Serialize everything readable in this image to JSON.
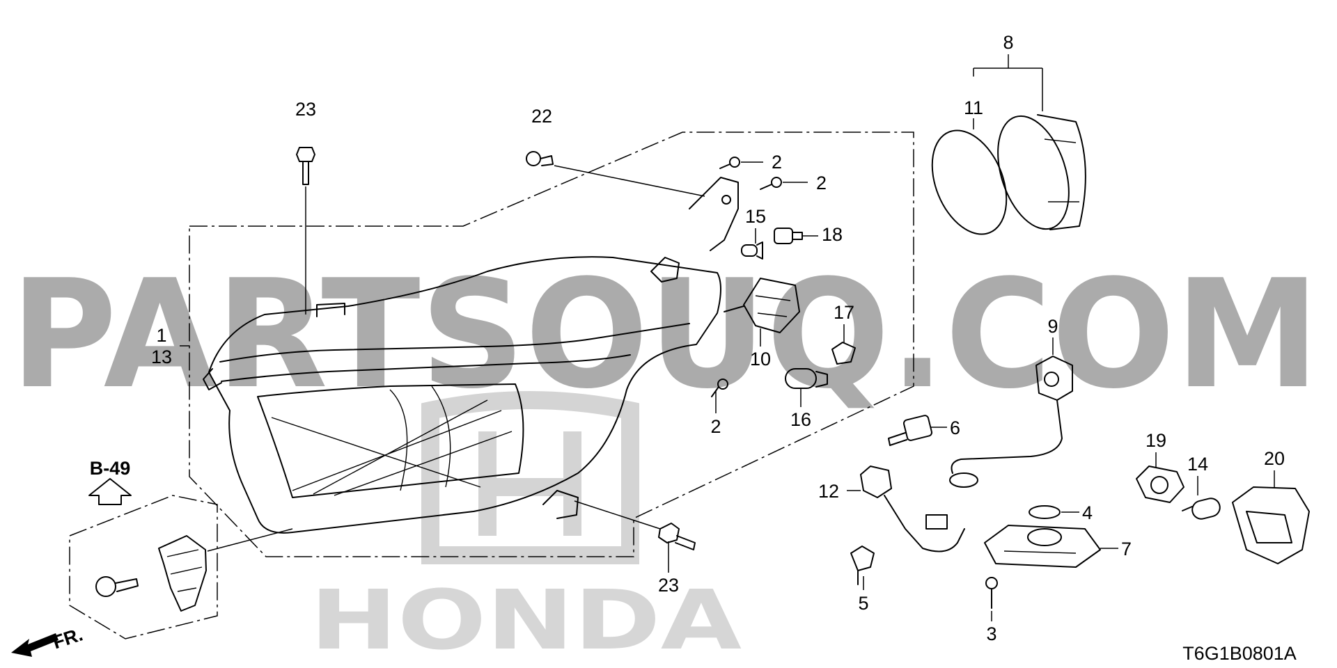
{
  "watermark": {
    "site": "PARTSOUQ.COM",
    "brand": "HONDA"
  },
  "diagram_code": "T6G1B0801A",
  "reference": {
    "code": "B-49"
  },
  "direction": {
    "label": "FR."
  },
  "callouts": {
    "c1": "1",
    "c13": "13",
    "c2a": "2",
    "c2b": "2",
    "c2c": "2",
    "c3": "3",
    "c4": "4",
    "c5": "5",
    "c6": "6",
    "c7": "7",
    "c8": "8",
    "c9": "9",
    "c10": "10",
    "c11": "11",
    "c12": "12",
    "c14": "14",
    "c15": "15",
    "c16": "16",
    "c17": "17",
    "c18": "18",
    "c19": "19",
    "c20": "20",
    "c22": "22",
    "c23a": "23",
    "c23b": "23"
  }
}
